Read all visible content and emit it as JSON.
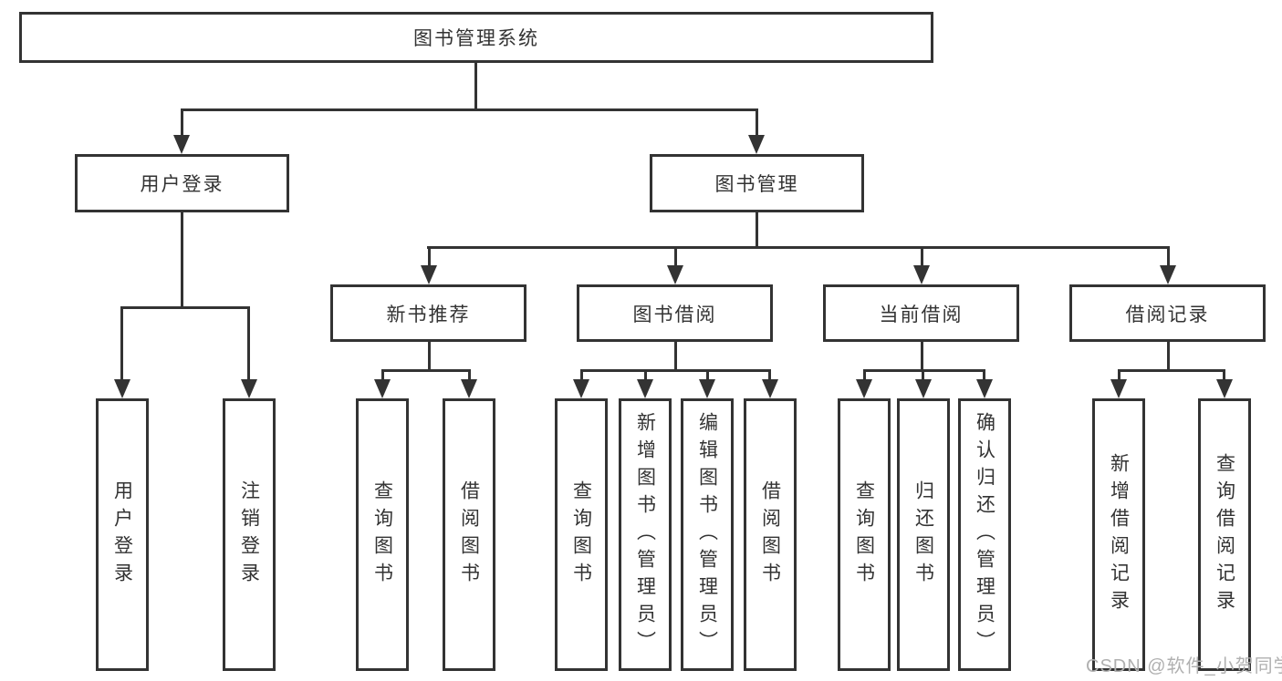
{
  "diagram": {
    "root": {
      "label": "图书管理系统"
    },
    "user_login": {
      "label": "用户登录",
      "children": [
        "用户登录",
        "注销登录"
      ]
    },
    "book_mgmt": {
      "label": "图书管理",
      "sections": [
        {
          "label": "新书推荐",
          "children": [
            "查询图书",
            "借阅图书"
          ]
        },
        {
          "label": "图书借阅",
          "children": [
            "查询图书",
            "新增图书（管理员）",
            "编辑图书（管理员）",
            "借阅图书"
          ]
        },
        {
          "label": "当前借阅",
          "children": [
            "查询图书",
            "归还图书",
            "确认归还（管理员）"
          ]
        },
        {
          "label": "借阅记录",
          "children": [
            "新增借阅记录",
            "查询借阅记录"
          ]
        }
      ]
    },
    "colors": {
      "line": "#333333",
      "text": "#333333",
      "box_bg": "#ffffff",
      "page_bg": "#ffffff",
      "watermark": "#b0b0b0"
    }
  },
  "watermark": {
    "text": "CSDN @软件_小贺同学"
  }
}
